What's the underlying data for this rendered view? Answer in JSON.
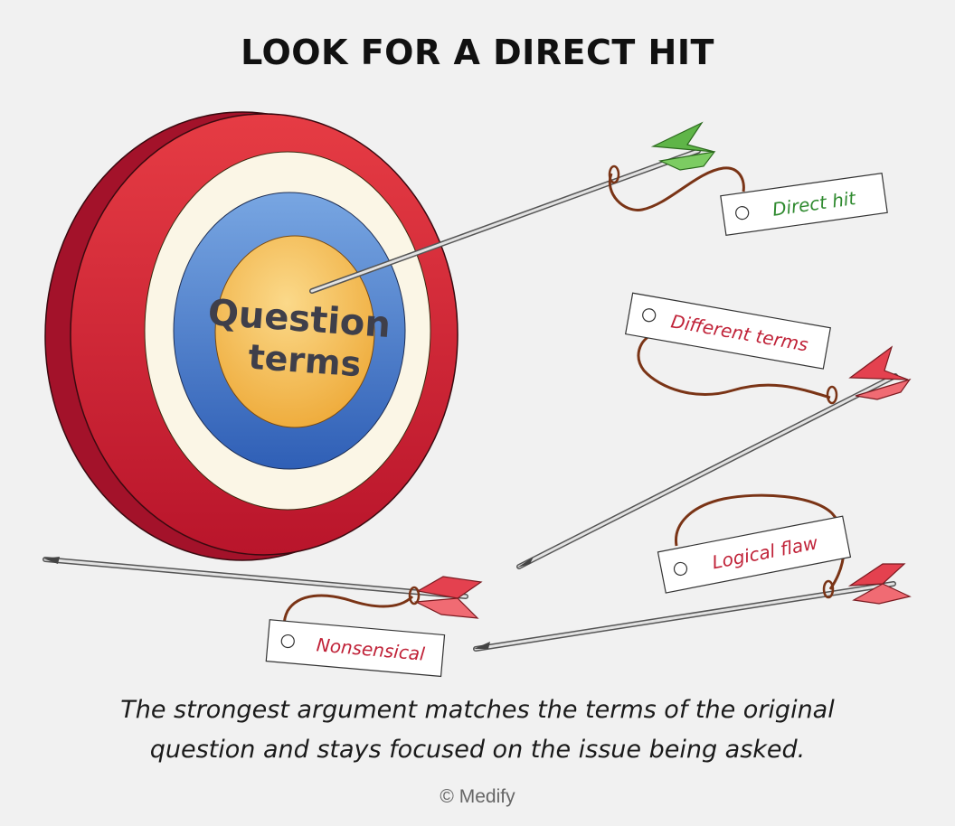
{
  "title": "LOOK FOR A DIRECT HIT",
  "target": {
    "center_line1": "Question",
    "center_line2": "terms"
  },
  "tags": {
    "direct_hit": "Direct hit",
    "different_terms": "Different terms",
    "logical_flaw": "Logical flaw",
    "nonsensical": "Nonsensical"
  },
  "caption": {
    "line1": "The  strongest argument matches the terms of the original",
    "line2": "question and stays focused on the issue being asked."
  },
  "copyright": "© Medify",
  "colors": {
    "background": "#f1f1f1",
    "ring_red": "#d42a36",
    "ring_cream": "#fbf6e6",
    "ring_blue": "#3f74c4",
    "bullseye": "#f2b94a",
    "fletching_green": "#5fb548",
    "fletching_red": "#e4414f",
    "string_brown": "#7a3416",
    "tag_green_text": "#2f8a2f",
    "tag_red_text": "#c02238"
  }
}
